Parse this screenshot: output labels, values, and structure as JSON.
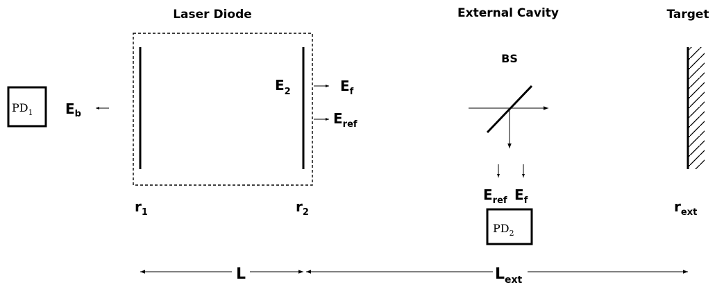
{
  "headers": {
    "laser_diode": "Laser Diode",
    "external_cavity": "External Cavity",
    "target": "Target"
  },
  "labels": {
    "bs": "BS",
    "pd1": {
      "base": "PD",
      "sub": "1"
    },
    "pd2": {
      "base": "PD",
      "sub": "2"
    },
    "e_b": {
      "base": "E",
      "sub": "b"
    },
    "e_2": {
      "base": "E",
      "sub": "2"
    },
    "e_f": {
      "base": "E",
      "sub": "f"
    },
    "e_ref": {
      "base": "E",
      "sub": "ref"
    },
    "e_ref_bottom": {
      "base": "E",
      "sub": "ref"
    },
    "e_f_bottom": {
      "base": "E",
      "sub": "f"
    },
    "r_1": {
      "base": "r",
      "sub": "1"
    },
    "r_2": {
      "base": "r",
      "sub": "2"
    },
    "r_ext": {
      "base": "r",
      "sub": "ext"
    },
    "l": "L",
    "l_ext": {
      "base": "L",
      "sub": "ext"
    }
  }
}
